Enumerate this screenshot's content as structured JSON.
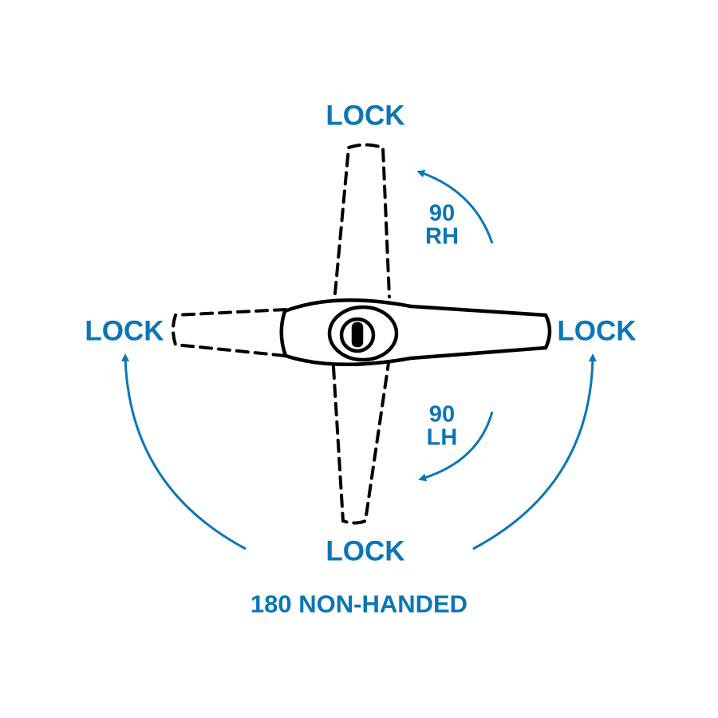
{
  "colors": {
    "accent": "#0a76b7",
    "ink": "#000000"
  },
  "labels": {
    "lock_top": "LOCK",
    "lock_left": "LOCK",
    "lock_right": "LOCK",
    "lock_bottom": "LOCK",
    "rh_degrees": "90",
    "rh_label": "RH",
    "lh_degrees": "90",
    "lh_label": "LH",
    "non_handed": "180 NON-HANDED"
  }
}
